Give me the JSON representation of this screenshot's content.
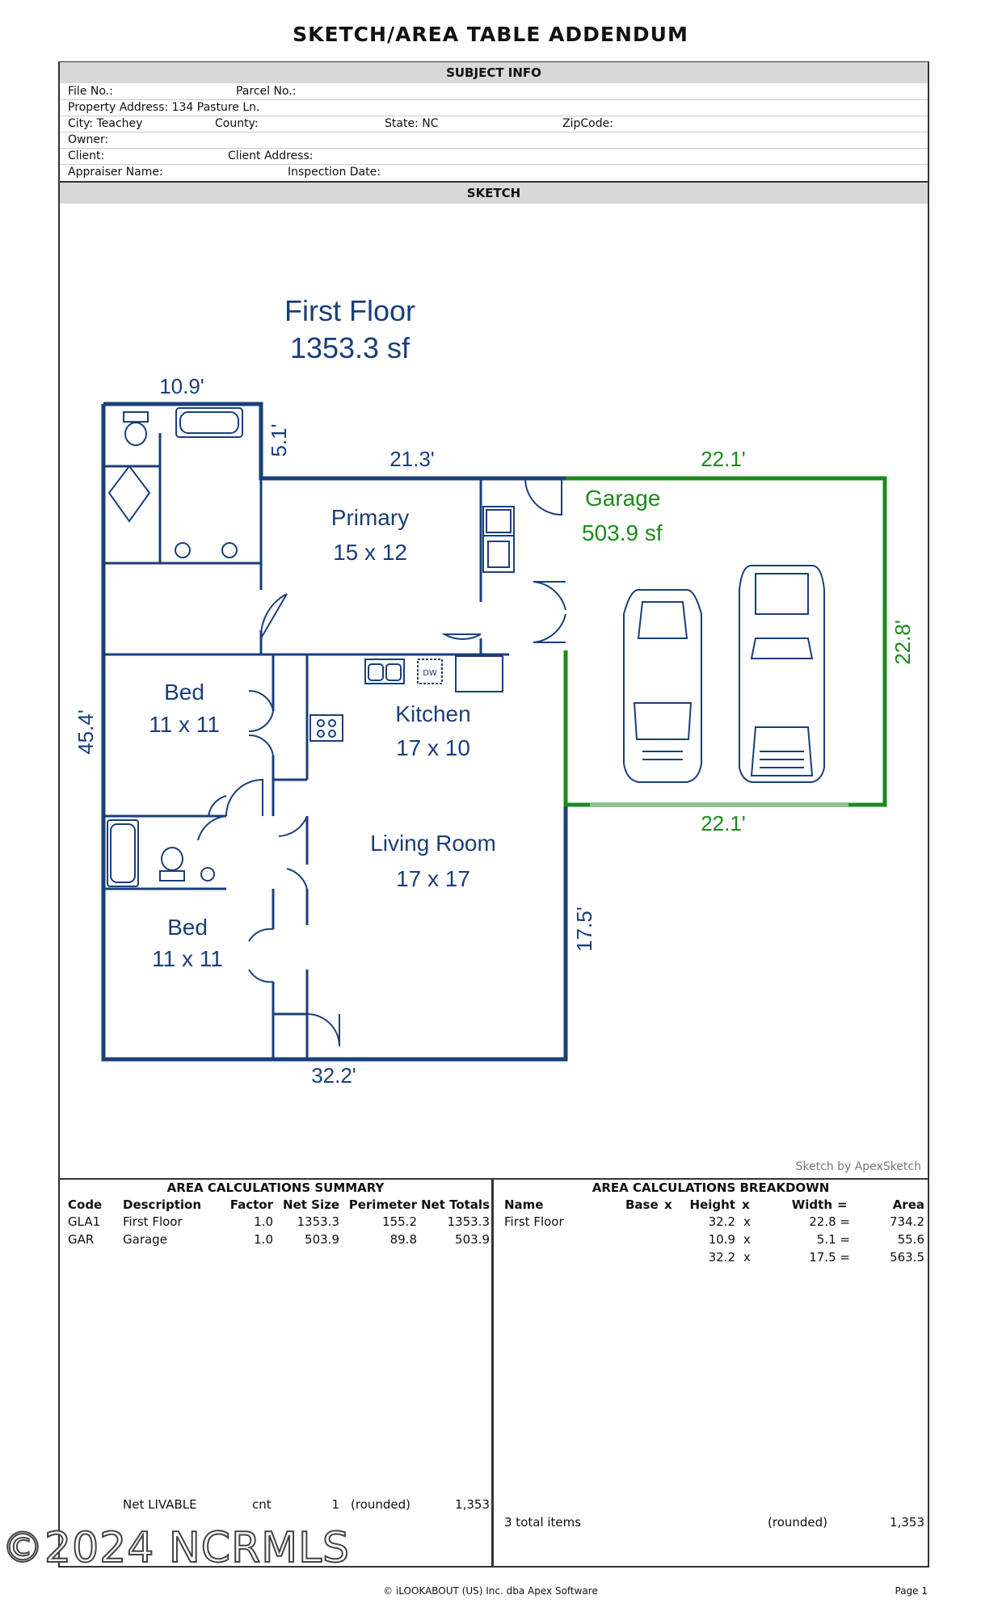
{
  "title": "SKETCH/AREA TABLE ADDENDUM",
  "subject_info": {
    "header": "SUBJECT INFO",
    "file_no": "File No.:",
    "parcel_no": "Parcel No.:",
    "property_address": "Property Address: 134 Pasture Ln.",
    "city": "City: Teachey",
    "county": "County:",
    "state": "State: NC",
    "zipcode": "ZipCode:",
    "owner": "Owner:",
    "client": "Client:",
    "client_address": "Client Address:",
    "appraiser": "Appraiser Name:",
    "inspection_date": "Inspection Date:"
  },
  "sketch": {
    "header": "SKETCH",
    "floor_title": "First Floor",
    "floor_area": "1353.3 sf",
    "garage_title": "Garage",
    "garage_area": "503.9 sf",
    "rooms": {
      "primary": "Primary",
      "primary_size": "15 x 12",
      "bed1": "Bed",
      "bed1_size": "11 x 11",
      "kitchen": "Kitchen",
      "kitchen_size": "17 x 10",
      "living": "Living Room",
      "living_size": "17 x 17",
      "bed2": "Bed",
      "bed2_size": "11 x 11",
      "dw": "DW"
    },
    "dimensions": {
      "top_left": "10.9'",
      "small_vertical": "5.1'",
      "top_mid": "21.3'",
      "garage_top": "22.1'",
      "garage_right": "22.8'",
      "garage_bottom": "22.1'",
      "left": "45.4'",
      "right_lower": "17.5'",
      "bottom": "32.2'"
    },
    "credit": "Sketch by ApexSketch",
    "colors": {
      "house": "#1a3f7a",
      "garage": "#1c8a1c"
    }
  },
  "summary": {
    "header": "AREA CALCULATIONS SUMMARY",
    "columns": [
      "Code",
      "Description",
      "Factor",
      "Net Size",
      "Perimeter",
      "Net Totals"
    ],
    "rows": [
      [
        "GLA1",
        "First Floor",
        "1.0",
        "1353.3",
        "155.2",
        "1353.3"
      ],
      [
        "GAR",
        "Garage",
        "1.0",
        "503.9",
        "89.8",
        "503.9"
      ]
    ],
    "footer": {
      "label": "Net LIVABLE",
      "cnt_label": "cnt",
      "cnt": "1",
      "rounded": "(rounded)",
      "total": "1,353"
    }
  },
  "breakdown": {
    "header": "AREA CALCULATIONS BREAKDOWN",
    "columns": [
      "Name",
      "Base",
      "x",
      "Height",
      "x",
      "Width",
      "=",
      "Area"
    ],
    "name": "First Floor",
    "rows": [
      [
        "32.2",
        "x",
        "22.8 =",
        "734.2"
      ],
      [
        "10.9",
        "x",
        "5.1 =",
        "55.6"
      ],
      [
        "32.2",
        "x",
        "17.5 =",
        "563.5"
      ]
    ],
    "footer": {
      "items": "3 total items",
      "rounded": "(rounded)",
      "total": "1,353"
    }
  },
  "watermark": "©2024 NCRMLS",
  "footer": {
    "copyright": "© iLOOKABOUT (US) Inc. dba Apex Software",
    "page": "Page 1"
  }
}
